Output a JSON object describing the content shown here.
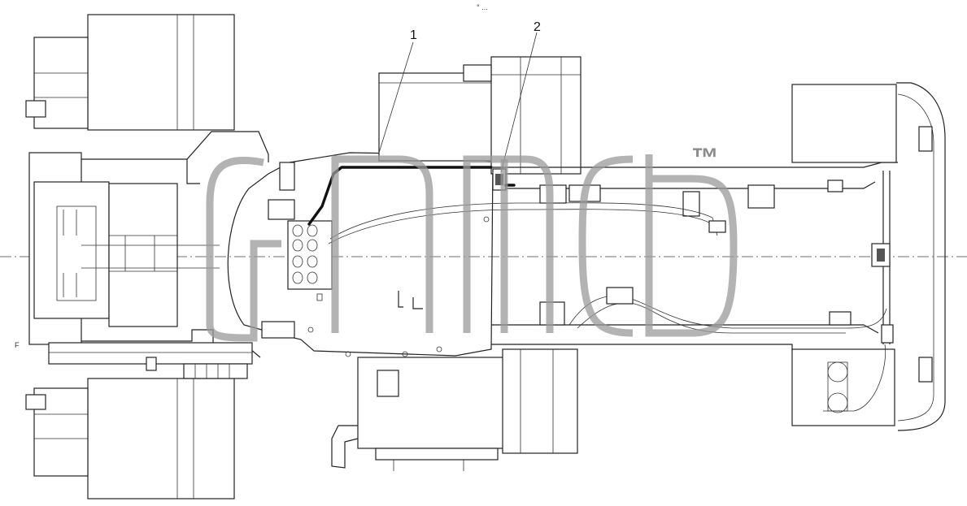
{
  "diagram": {
    "callouts": [
      {
        "id": "callout-1",
        "label": "1"
      },
      {
        "id": "callout-2",
        "label": "2"
      }
    ],
    "header_mark": "° ...",
    "edge_mark": "F",
    "watermark": {
      "symbol": "™"
    }
  }
}
